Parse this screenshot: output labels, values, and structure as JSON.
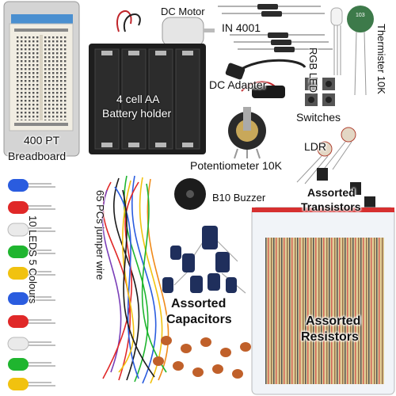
{
  "labels": {
    "dc_motor": "DC Motor",
    "diode": "IN 4001",
    "rgb_led": "RGB LED",
    "thermister": "Thermister 10K",
    "thermister_code": "103",
    "battery_holder_line1": "4 cell AA",
    "battery_holder_line2": "Battery holder",
    "dc_adapter": "DC Adapter",
    "switches": "Switches",
    "breadboard_line1": "400 PT",
    "breadboard_line2": "Breadboard",
    "ldr": "LDR",
    "potentiometer": "Potentiometer 10K",
    "buzzer": "B10 Buzzer",
    "transistors_line1": "Assorted",
    "transistors_line2": "Transistors",
    "leds": "10 LEDS 5 Colours",
    "jumper_wire": "65 PCs jumper wire",
    "capacitors_line1": "Assorted",
    "capacitors_line2": "Capacitors",
    "resistors_line1": "Assorted",
    "resistors_line2": "Resistors"
  },
  "colors": {
    "breadboard_card": "#4a8fd0",
    "battery_holder": "#1e1e1e",
    "capacitor_blue": "#1f2f5c",
    "ceramic_cap": "#c0602a",
    "resistor_body": "#d9c27a",
    "bag_red": "#d63030"
  },
  "led_colors": [
    "blue",
    "red",
    "white",
    "green",
    "yellow",
    "blue",
    "red",
    "white",
    "green",
    "yellow"
  ]
}
